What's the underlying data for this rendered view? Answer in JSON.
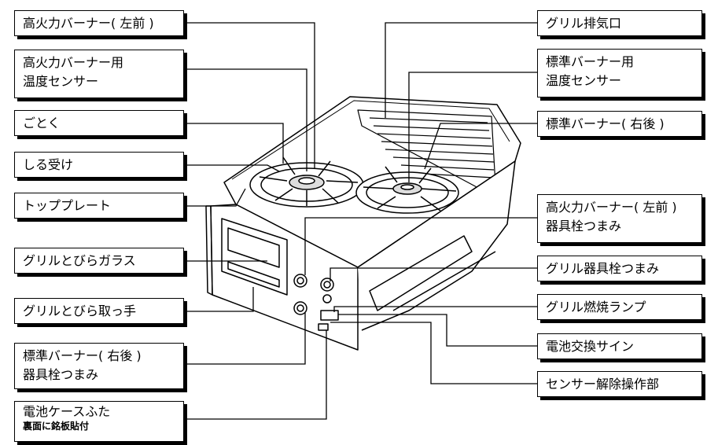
{
  "labels_left": {
    "high_burner": "高火力バーナー( 左前 )",
    "high_sensor_line1": "高火力バーナー用",
    "high_sensor_line2": "温度センサー",
    "gotoku": "ごとく",
    "shiru_uke": "しる受け",
    "top_plate": "トッププレート",
    "grill_glass": "グリルとびらガラス",
    "grill_handle": "グリルとびら取っ手",
    "std_knob_line1": "標準バーナー( 右後 )",
    "std_knob_line2": "器具栓つまみ",
    "battery_line1": "電池ケースふた",
    "battery_sub": "裏面に銘板貼付"
  },
  "labels_right": {
    "grill_exhaust": "グリル排気口",
    "std_sensor_line1": "標準バーナー用",
    "std_sensor_line2": "温度センサー",
    "std_burner": "標準バーナー( 右後 )",
    "high_knob_line1": "高火力バーナー( 左前 )",
    "high_knob_line2": "器具栓つまみ",
    "grill_knob": "グリル器具栓つまみ",
    "grill_lamp": "グリル燃焼ランプ",
    "battery_sign": "電池交換サイン",
    "sensor_release": "センサー解除操作部"
  }
}
